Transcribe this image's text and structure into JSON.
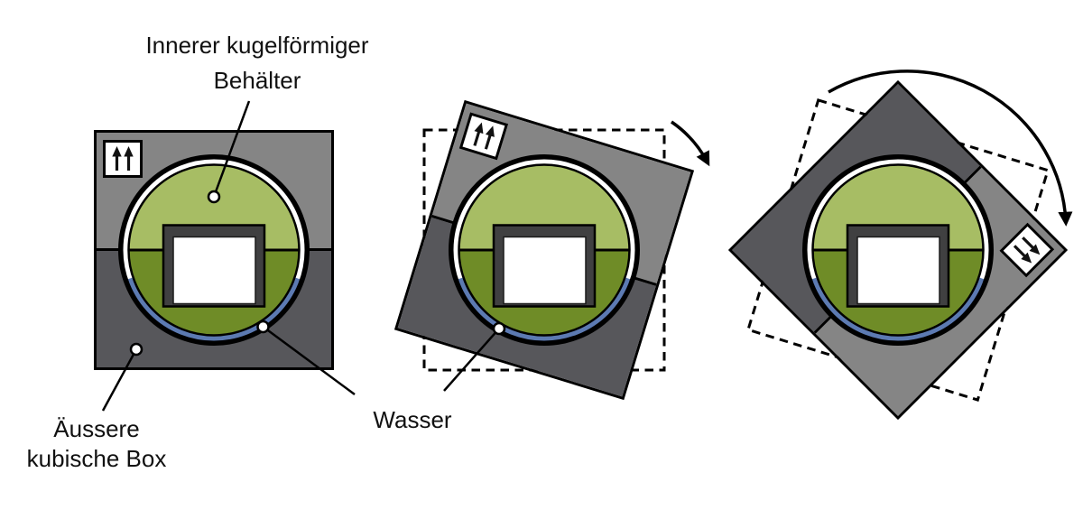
{
  "figure": {
    "title_label": {
      "line1": "Innerer kugelförmiger",
      "line2": "Behälter"
    },
    "outer_box_label": {
      "line1": "Äussere",
      "line2": "kubische Box"
    },
    "water_label": "Wasser",
    "states": [
      {
        "name": "upright",
        "rotation_deg": 0
      },
      {
        "name": "slightly-tilted",
        "rotation_deg": 17,
        "ghost_rotation_deg": 0
      },
      {
        "name": "strongly-rotated",
        "rotation_deg": 135,
        "ghost_rotation_deg": 17
      }
    ],
    "icons": {
      "orientation": "up-arrows-icon",
      "rotation_small": "clockwise-arrow-small",
      "rotation_large": "clockwise-arrow-large"
    },
    "colors": {
      "bg": "#FFFFFF",
      "box-top": "#858585",
      "box-bottom": "#57575B",
      "sphere-top": "#A7BD64",
      "sphere-bottom": "#6F8C27",
      "water-line": "#5C7AB2",
      "frame": "#404041",
      "line": "#000000"
    }
  }
}
